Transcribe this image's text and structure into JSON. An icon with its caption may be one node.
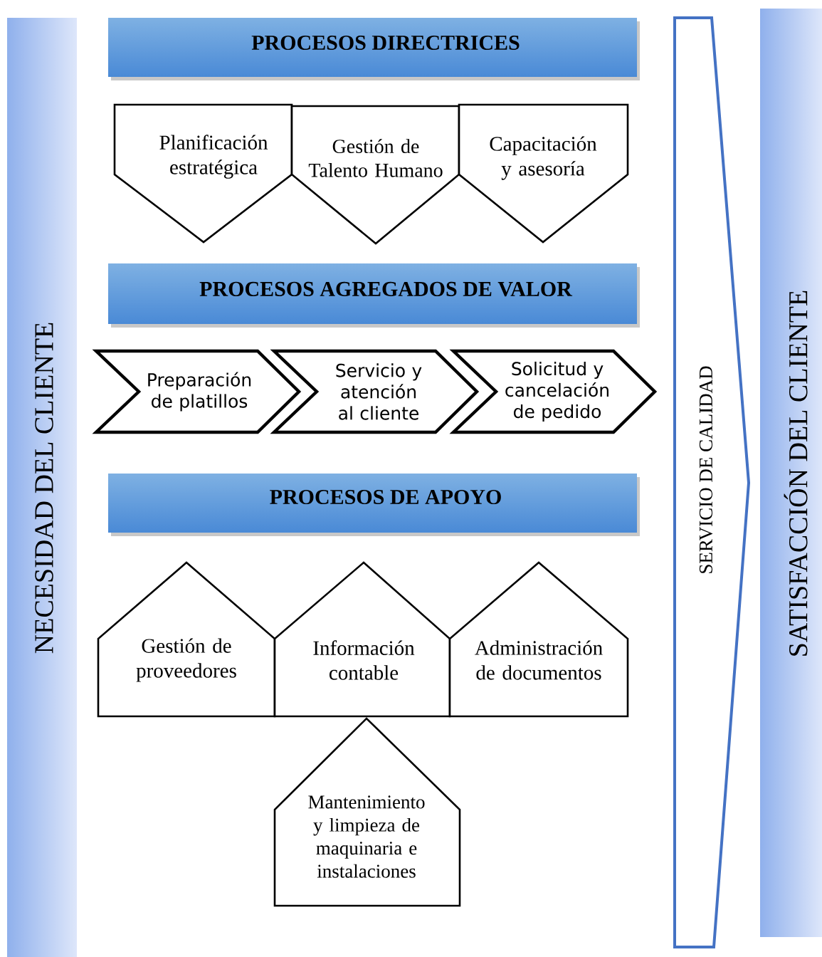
{
  "diagram": {
    "nodes": [
      {
        "text": [
          "NECESIDAD DEL CLIENTE"
        ]
      },
      {
        "text": [
          "PROCESOS DIRECTRICES"
        ]
      },
      {
        "text": [
          "Planificación estratégica"
        ]
      },
      {
        "text": [
          "Gestión de Talento Humano"
        ]
      },
      {
        "text": [
          "Capacitación y asesoría"
        ]
      },
      {
        "text": [
          "PROCESOS AGREGADOS DE VALOR"
        ]
      },
      {
        "text": [
          "Preparación de platillos"
        ]
      },
      {
        "text": [
          "Servicio y atención al cliente"
        ]
      },
      {
        "text": [
          "Solicitud y cancelación de pedido"
        ]
      },
      {
        "text": [
          "PROCESOS DE APOYO"
        ]
      },
      {
        "text": [
          "Gestión de proveedores"
        ]
      },
      {
        "text": [
          "Información contable"
        ]
      },
      {
        "text": [
          "Administración de documentos"
        ]
      },
      {
        "text": [
          "Mantenimiento y limpieza de maquinaria e instalaciones"
        ]
      },
      {
        "text": [
          "SERVICIO DE CALIDAD"
        ]
      },
      {
        "text": [
          "SATISFACCIÓN DEL CLIENTE"
        ]
      }
    ]
  }
}
